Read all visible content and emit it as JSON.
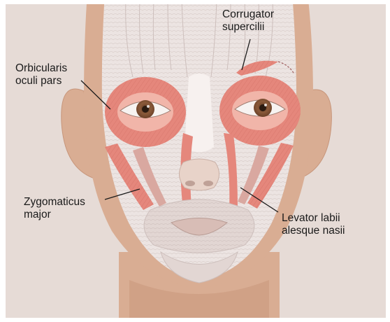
{
  "figure": {
    "colors": {
      "background": "#e6dbd6",
      "skin": "#d9ad93",
      "skin_shadow": "#c7957a",
      "fascia": "#ece4e2",
      "fascia_line": "#cdbfbc",
      "muscle": "#e5877c",
      "muscle_dark": "#c9645a",
      "muscle_light": "#f1b5a9",
      "iris": "#8a5a3a",
      "leader_line": "#1a1a1a"
    }
  },
  "labels": {
    "orbicularis": [
      "Orbicularis",
      "oculi pars"
    ],
    "corrugator": [
      "Corrugator",
      "supercilii"
    ],
    "zygomaticus": [
      "Zygomaticus",
      "major"
    ],
    "levator": [
      "Levator labii",
      "alesque nasii"
    ]
  }
}
